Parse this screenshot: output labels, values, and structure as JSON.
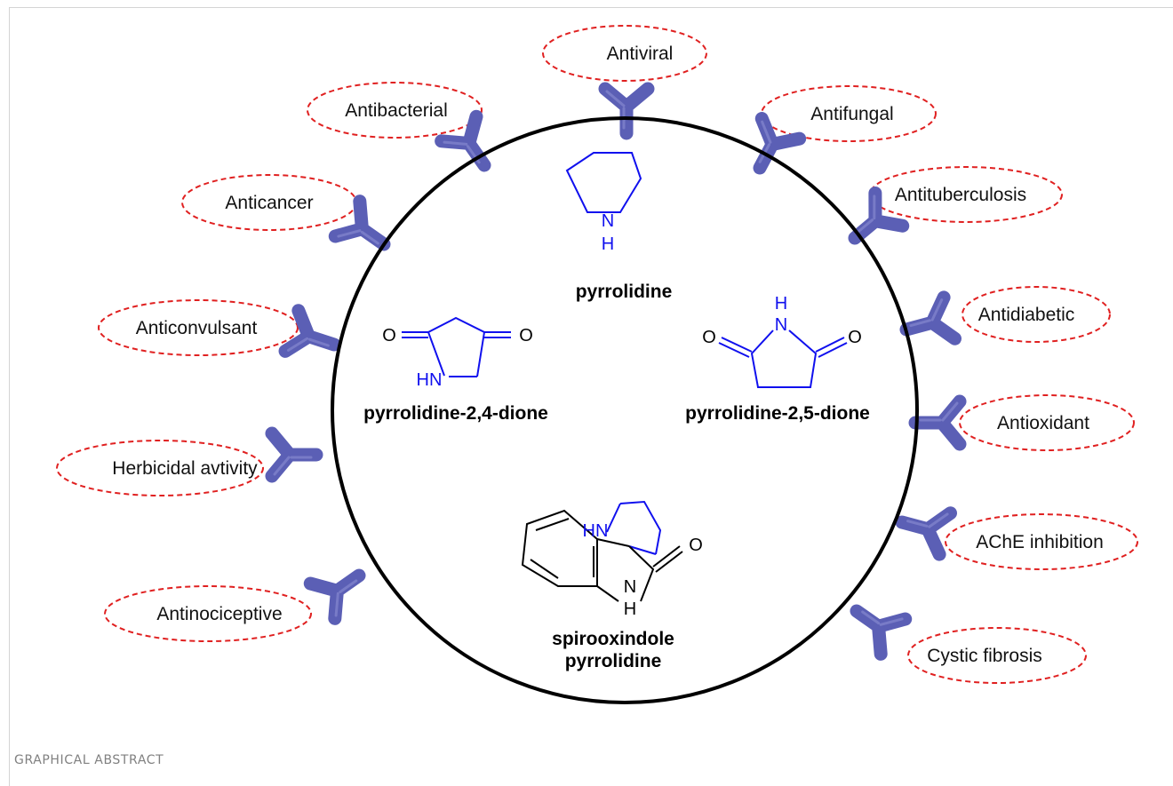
{
  "activities": [
    "Antiviral",
    "Antibacterial",
    "Antifungal",
    "Anticancer",
    "Antituberculosis",
    "Anticonvulsant",
    "Antidiabetic",
    "Antioxidant",
    "Herbicidal avtivity",
    "AChE inhibition",
    "Antinociceptive",
    "Cystic fibrosis"
  ],
  "compounds": {
    "pyrrolidine": "pyrrolidine",
    "dione24": "pyrrolidine-2,4-dione",
    "dione25": "pyrrolidine-2,5-dione",
    "spiro_line1": "spirooxindole",
    "spiro_line2": "pyrrolidine"
  },
  "atoms": {
    "O": "O",
    "H": "H",
    "N": "N",
    "HN": "HN"
  },
  "caption": "GRAPHICAL ABSTRACT",
  "colors": {
    "ring": "#1010ee",
    "receptor": "#5b5fb5",
    "ellipse": "#e02020",
    "circle": "#000000"
  }
}
